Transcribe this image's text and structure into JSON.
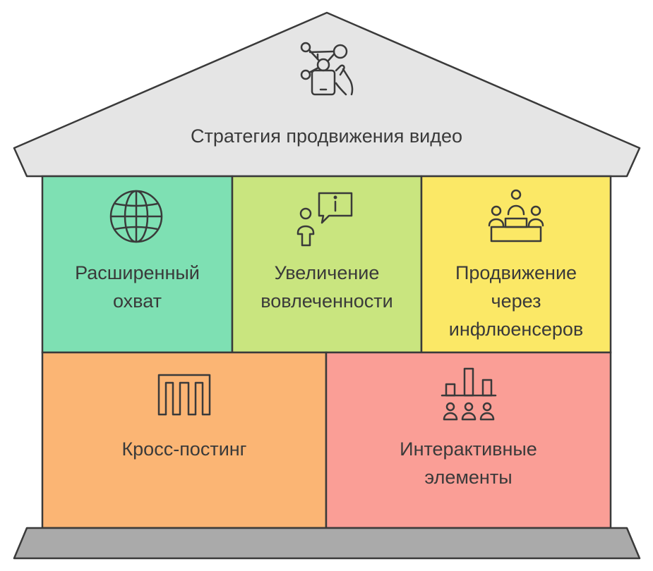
{
  "diagram": {
    "title": "Стратегия продвижения видео",
    "title_icon": "network-touch-icon",
    "pillars": [
      {
        "label_lines": [
          "Расширенный",
          "охват"
        ],
        "icon": "globe-icon",
        "color": "#7ee0b3"
      },
      {
        "label_lines": [
          "Увеличение",
          "вовлеченности"
        ],
        "icon": "person-chat-info-icon",
        "color": "#c9e57f"
      },
      {
        "label_lines": [
          "Продвижение",
          "через",
          "инфлюенсеров"
        ],
        "icon": "podium-people-icon",
        "color": "#fbe866"
      }
    ],
    "foundation": [
      {
        "label_lines": [
          "Кросс-постинг"
        ],
        "icon": "bracket-grid-icon",
        "color": "#fbb574"
      },
      {
        "label_lines": [
          "Интерактивные",
          "элементы"
        ],
        "icon": "audience-chart-icon",
        "color": "#fa9e96"
      }
    ],
    "colors": {
      "roof": "#e5e5e5",
      "base": "#aaaaaa",
      "stroke": "#3a3a3a"
    }
  }
}
